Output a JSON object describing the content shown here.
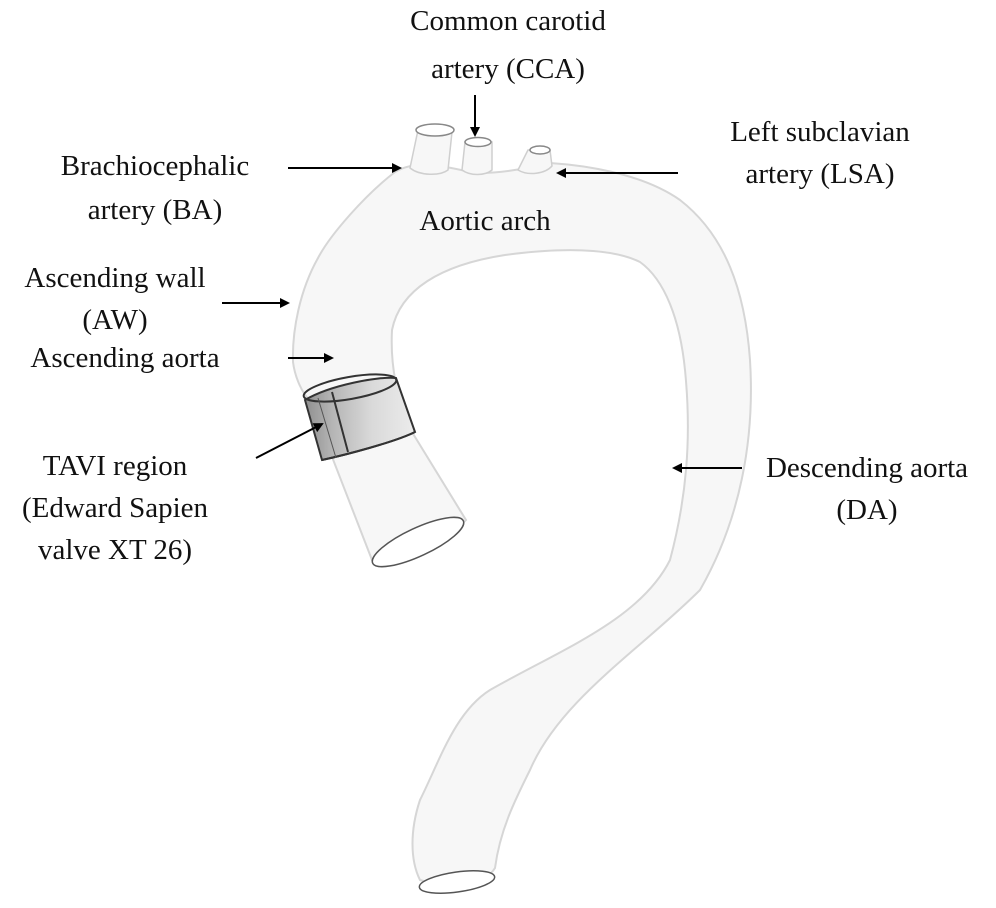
{
  "labels": {
    "cca": {
      "line1": "Common carotid",
      "line2": "artery (CCA)"
    },
    "lsa": {
      "line1": "Left subclavian",
      "line2": "artery (LSA)"
    },
    "ba": {
      "line1": "Brachiocephalic",
      "line2": "artery (BA)"
    },
    "arch": "Aortic arch",
    "aw": {
      "line1": "Ascending wall",
      "line2": "(AW)"
    },
    "aa": "Ascending aorta",
    "tavi": {
      "line1": "TAVI region",
      "line2": "(Edward Sapien",
      "line3": "valve XT 26)"
    },
    "da": {
      "line1": "Descending aorta",
      "line2": "(DA)"
    }
  },
  "colors": {
    "vessel_fill": "#f7f7f7",
    "vessel_edge": "#cfcfcf",
    "valve_fill": "#a9a9a9",
    "arrow": "#000000",
    "text": "#111111"
  }
}
